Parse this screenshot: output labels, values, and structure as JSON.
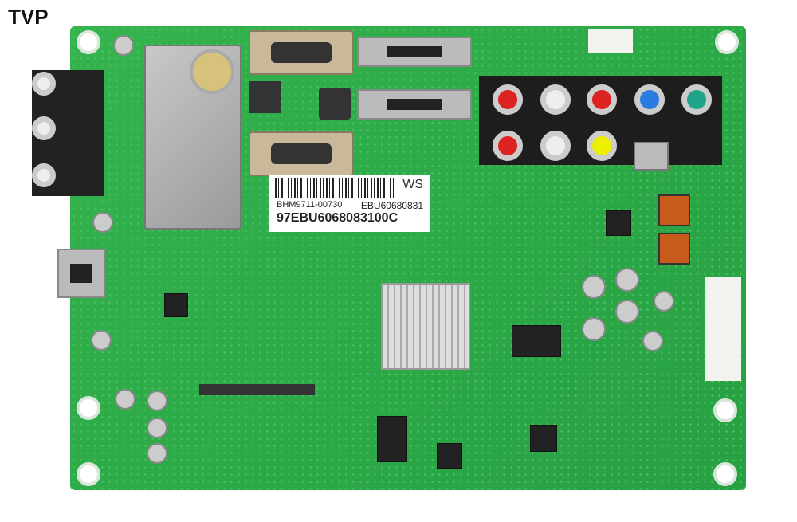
{
  "watermark": "TVP",
  "label": {
    "code1": "BHM9711-00730",
    "code2": "EBU60680831",
    "code3": "97EBU6068083100C",
    "suffix": "WS"
  },
  "colors": {
    "board": "#2fae4a",
    "rca_red": "#d22",
    "rca_white": "#eee",
    "rca_yellow": "#ee0",
    "rca_blue": "#2a7de0",
    "rca_green": "#1fa58a"
  }
}
